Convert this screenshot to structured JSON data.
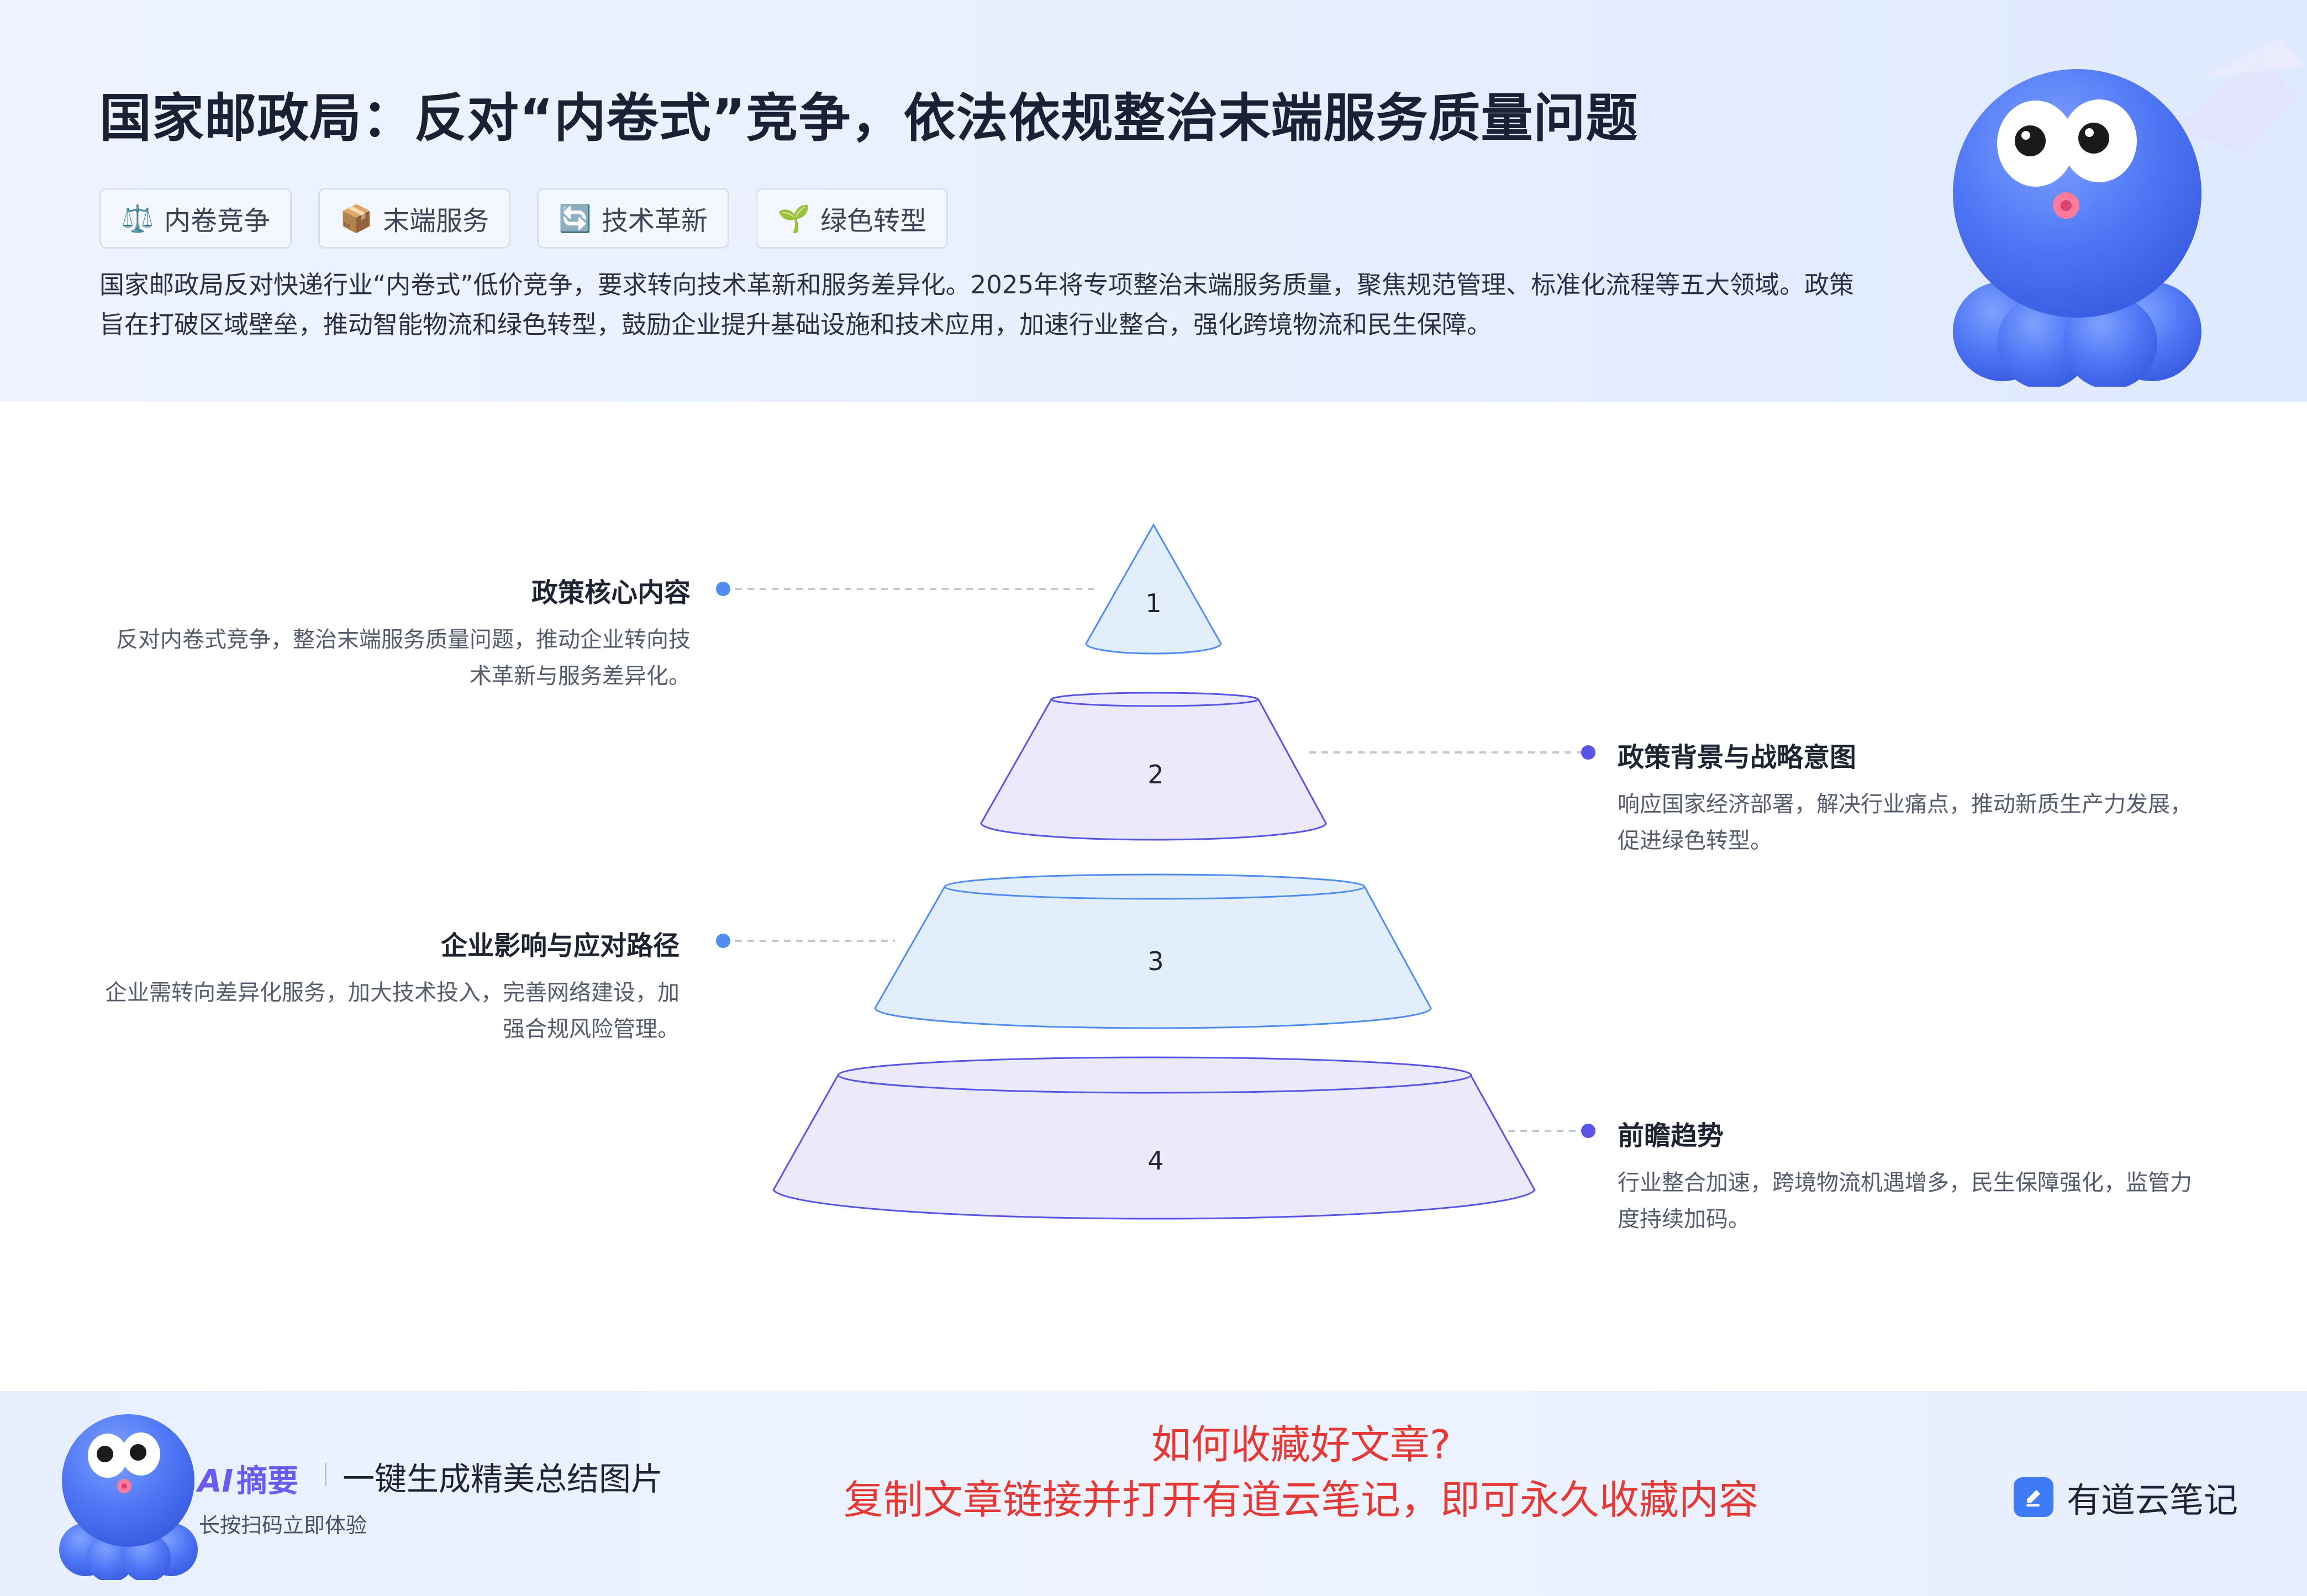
{
  "header": {
    "title": "国家邮政局：反对“内卷式”竞争，依法依规整治末端服务质量问题",
    "tags": [
      {
        "icon": "⚖️",
        "label": "内卷竞争"
      },
      {
        "icon": "📦",
        "label": "末端服务"
      },
      {
        "icon": "🔄",
        "label": "技术革新"
      },
      {
        "icon": "🌱",
        "label": "绿色转型"
      }
    ],
    "summary": "国家邮政局反对快递行业“内卷式”低价竞争，要求转向技术革新和服务差异化。2025年将专项整治末端服务质量，聚焦规范管理、标准化流程等五大领域。政策旨在打破区域壁垒，推动智能物流和绿色转型，鼓励企业提升基础设施和技术应用，加速行业整合，强化跨境物流和民生保障。"
  },
  "pyramid": {
    "levels": [
      "1",
      "2",
      "3",
      "4"
    ],
    "items": [
      {
        "title": "政策核心内容",
        "desc": "反对内卷式竞争，整治末端服务质量问题，推动企业转向技术革新与服务差异化。"
      },
      {
        "title": "政策背景与战略意图",
        "desc": "响应国家经济部署，解决行业痛点，推动新质生产力发展，促进绿色转型。"
      },
      {
        "title": "企业影响与应对路径",
        "desc": "企业需转向差异化服务，加大技术投入，完善网络建设，加强合规风险管理。"
      },
      {
        "title": "前瞻趋势",
        "desc": "行业整合加速，跨境物流机遇增多，民生保障强化，监管力度持续加码。"
      }
    ]
  },
  "footer": {
    "ai_label": "AI",
    "ai_label_zh": "摘要",
    "slogan": "一键生成精美总结图片",
    "hint": "长按扫码立即体验",
    "promo_line1": "如何收藏好文章?",
    "promo_line2": "复制文章链接并打开有道云笔记，即可永久收藏内容",
    "brand": "有道云笔记"
  },
  "colors": {
    "accent_purple": "#6a5cf0",
    "accent_blue": "#3f7bf6",
    "promo_red": "#e53935"
  }
}
